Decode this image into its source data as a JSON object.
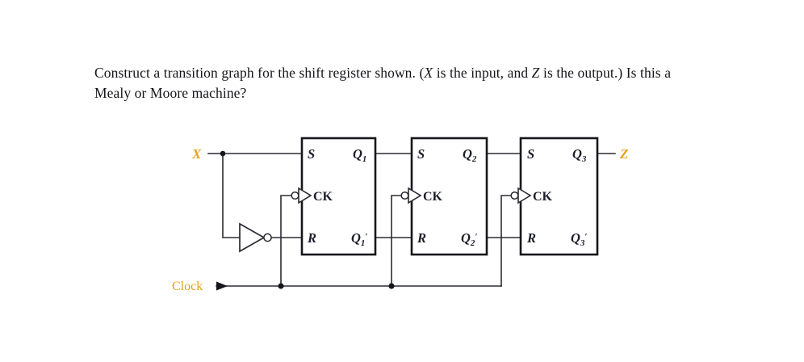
{
  "problem": {
    "line1_a": "Construct a transition graph for the shift register shown. (",
    "line1_x": "X",
    "line1_b": " is the input, and ",
    "line1_z": "Z",
    "line1_c": " is the",
    "line2": "output.) Is this a Mealy or Moore machine?"
  },
  "circuit": {
    "input_label": "X",
    "output_label": "Z",
    "clock_label": "Clock",
    "flipflops": [
      {
        "id": "ff1",
        "s_label": "S",
        "ck_label": "CK",
        "r_label": "R",
        "q_label": "Q",
        "q_sub": "1",
        "qbar_label": "Q",
        "qbar_sub": "1",
        "qbar_prime": "′"
      },
      {
        "id": "ff2",
        "s_label": "S",
        "ck_label": "CK",
        "r_label": "R",
        "q_label": "Q",
        "q_sub": "2",
        "qbar_label": "Q",
        "qbar_sub": "2",
        "qbar_prime": "′"
      },
      {
        "id": "ff3",
        "s_label": "S",
        "ck_label": "CK",
        "r_label": "R",
        "q_label": "Q",
        "q_sub": "3",
        "qbar_label": "Q",
        "qbar_sub": "3",
        "qbar_prime": "′"
      }
    ],
    "inverter": {
      "name": "inverter-not-gate"
    },
    "colors": {
      "io_accent": "#e3a11c",
      "wire": "#2b2b33",
      "box_stroke": "#16161c",
      "text": "#1d1d2b",
      "background": "#ffffff"
    }
  }
}
